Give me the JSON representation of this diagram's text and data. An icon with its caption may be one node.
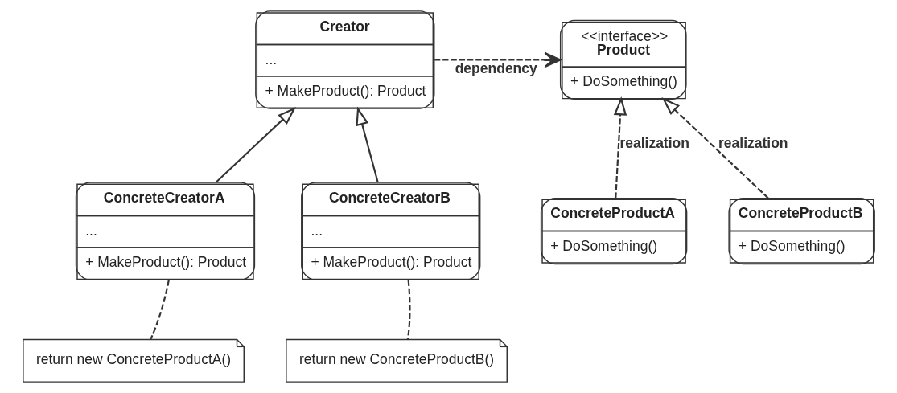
{
  "diagram": {
    "nodes": [
      {
        "text": [
          "Creator",
          "...",
          "+ MakeProduct(): Product"
        ]
      },
      {
        "text": [
          "<<interface>>",
          "Product",
          "+ DoSomething()"
        ]
      },
      {
        "text": [
          "ConcreteCreatorA",
          "...",
          "+ MakeProduct(): Product"
        ]
      },
      {
        "text": [
          "ConcreteCreatorB",
          "...",
          "+ MakeProduct(): Product"
        ]
      },
      {
        "text": [
          "ConcreteProductA",
          "+ DoSomething()"
        ]
      },
      {
        "text": [
          "ConcreteProductB",
          "+ DoSomething()"
        ]
      },
      {
        "text": [
          "return new ConcreteProductA()"
        ]
      },
      {
        "text": [
          "return new ConcreteProductB()"
        ]
      }
    ],
    "edges": [
      {
        "from": 0,
        "to": 1,
        "arrow": "to",
        "style": "dashed",
        "label": "dependency"
      },
      {
        "from": 2,
        "to": 0,
        "arrow": "to"
      },
      {
        "from": 3,
        "to": 0,
        "arrow": "to"
      },
      {
        "from": 4,
        "to": 1,
        "arrow": "to",
        "style": "dashed",
        "label": "realization"
      },
      {
        "from": 5,
        "to": 1,
        "arrow": "to",
        "style": "dashed",
        "label": "realization"
      },
      {
        "from": 2,
        "to": 6,
        "arrow": "none",
        "style": "dashed"
      },
      {
        "from": 3,
        "to": 7,
        "arrow": "none",
        "style": "dashed"
      }
    ]
  }
}
